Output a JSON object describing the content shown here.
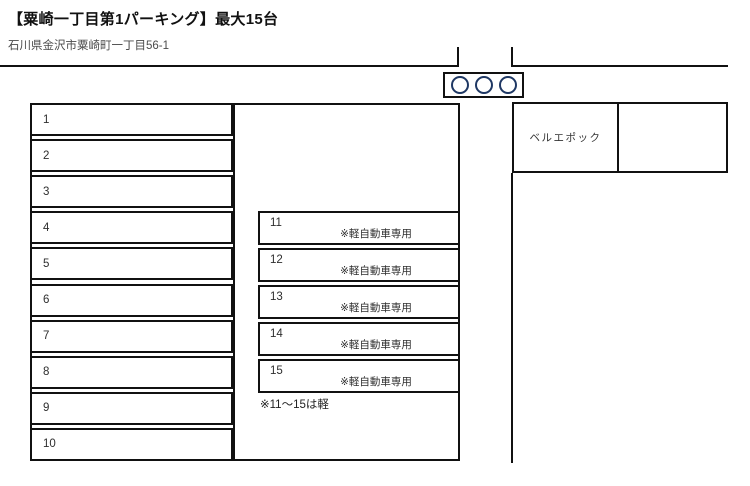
{
  "header": {
    "title": "【粟崎一丁目第1パーキング】最大15台",
    "address": "石川県金沢市粟崎町一丁目56-1"
  },
  "parking": {
    "left_spaces": [
      "1",
      "2",
      "3",
      "4",
      "5",
      "6",
      "7",
      "8",
      "9",
      "10"
    ],
    "kei_spaces": [
      {
        "number": "11",
        "note": "※軽自動車専用"
      },
      {
        "number": "12",
        "note": "※軽自動車専用"
      },
      {
        "number": "13",
        "note": "※軽自動車専用"
      },
      {
        "number": "14",
        "note": "※軽自動車専用"
      },
      {
        "number": "15",
        "note": "※軽自動車専用"
      }
    ],
    "kei_note": "※11〜15は軽"
  },
  "building": {
    "label": "ベルエポック"
  },
  "traffic_light": {
    "name": "traffic-light",
    "lamp_count": 3
  },
  "colors": {
    "line": "#111111",
    "traffic_lamp_ring": "#1f3864",
    "title_text": "#111111",
    "address_text": "#4b4b4b",
    "space_text": "#2e2e2e"
  }
}
